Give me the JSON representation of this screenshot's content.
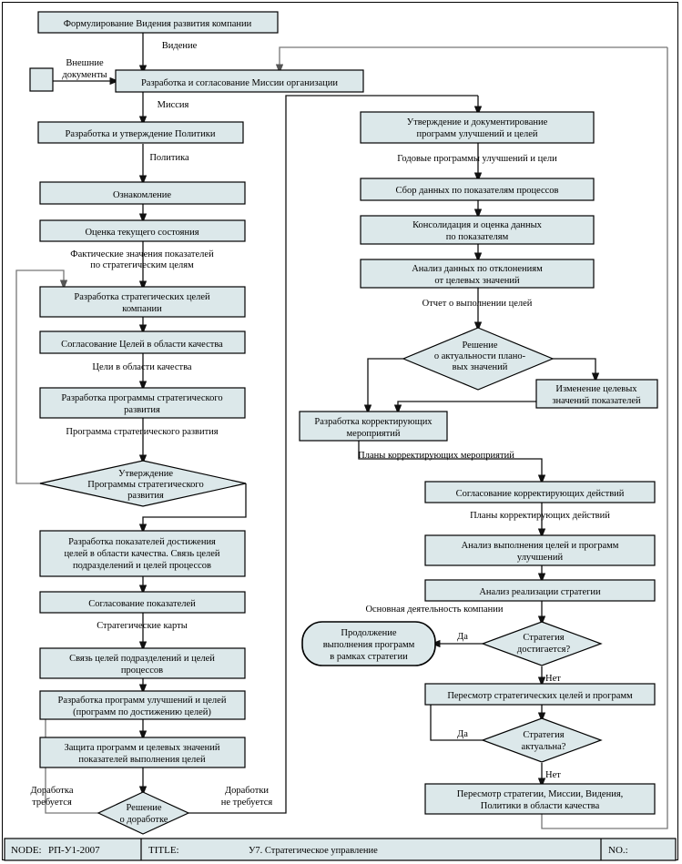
{
  "diagram": {
    "title": "У7. Стратегическое управление",
    "colors": {
      "box_fill": "#dce8ea",
      "stroke": "#000000",
      "grey_line": "#777777"
    },
    "left_column": {
      "n1": {
        "line1": "Формулирование Видения развития компании"
      },
      "e1": {
        "label": "Видение"
      },
      "ext": {
        "line1": "Внешние",
        "line2": "документы"
      },
      "n2": {
        "line1": "Разработка и согласование Миссии организации"
      },
      "e2": {
        "label": "Миссия"
      },
      "n3": {
        "line1": "Разработка и утверждение Политики"
      },
      "e3": {
        "label": "Политика"
      },
      "n4": {
        "line1": "Ознакомление"
      },
      "n5": {
        "line1": "Оценка текущего состояния"
      },
      "e5": {
        "line1": "Фактические значения показателей",
        "line2": "по стратегическим целям"
      },
      "n6": {
        "line1": "Разработка стратегических целей",
        "line2": "компании"
      },
      "n7": {
        "line1": "Согласование Целей в области качества"
      },
      "e7": {
        "label": "Цели в области качества"
      },
      "n8": {
        "line1": "Разработка программы стратегического",
        "line2": "развития"
      },
      "e8": {
        "label": "Программа стратегического развития"
      },
      "d1": {
        "line1": "Утверждение",
        "line2": "Программы стратегического",
        "line3": "развития"
      },
      "n9": {
        "line1": "Разработка показателей достижения",
        "line2": "целей в области качества. Связь целей",
        "line3": "подразделений и целей процессов"
      },
      "n10": {
        "line1": "Согласование показателей"
      },
      "e10": {
        "label": "Стратегические карты"
      },
      "n11": {
        "line1": "Связь целей подразделений и целей",
        "line2": "процессов"
      },
      "n12": {
        "line1": "Разработка программ улучшений и целей",
        "line2": "(программ по достижению целей)"
      },
      "n13": {
        "line1": "Защита программ и целевых значений",
        "line2": "показателей выполнения целей"
      },
      "d2": {
        "line1": "Решение",
        "line2": "о доработке"
      },
      "d2_yes": {
        "line1": "Доработка",
        "line2": "требуется"
      },
      "d2_no": {
        "line1": "Доработки",
        "line2": "не требуется"
      }
    },
    "right_column": {
      "r1": {
        "line1": "Утверждение и документирование",
        "line2": "программ улучшений и целей"
      },
      "er1": {
        "label": "Годовые программы улучшений и цели"
      },
      "r2": {
        "line1": "Сбор данных по показателям процессов"
      },
      "r3": {
        "line1": "Консолидация и оценка данных",
        "line2": "по показателям"
      },
      "r4": {
        "line1": "Анализ данных по отклонениям",
        "line2": "от целевых значений"
      },
      "er4": {
        "label": "Отчет о выполнении целей"
      },
      "rd1": {
        "line1": "Решение",
        "line2": "о актуальности плано-",
        "line3": "вых значений"
      },
      "r5": {
        "line1": "Изменение целевых",
        "line2": "значений показателей"
      },
      "r6": {
        "line1": "Разработка корректирующих",
        "line2": "мероприятий"
      },
      "er6": {
        "label": "Планы корректирующих мероприятий"
      },
      "r7": {
        "line1": "Согласование корректирующих действий"
      },
      "er7": {
        "label": "Планы корректирующих действий"
      },
      "r8": {
        "line1": "Анализ выполнения целей и программ",
        "line2": "улучшений"
      },
      "r9": {
        "line1": "Анализ реализации стратегии"
      },
      "er9": {
        "label": "Основная деятельность компании"
      },
      "rd2": {
        "line1": "Стратегия",
        "line2": "достигается?"
      },
      "rd2_yes": {
        "label": "Да"
      },
      "rd2_no": {
        "label": "Нет"
      },
      "term": {
        "line1": "Продолжение",
        "line2": "выполнения программ",
        "line3": "в рамках стратегии"
      },
      "r10": {
        "line1": "Пересмотр стратегических целей и программ"
      },
      "rd3": {
        "line1": "Стратегия",
        "line2": "актуальна?"
      },
      "rd3_yes": {
        "label": "Да"
      },
      "rd3_no": {
        "label": "Нет"
      },
      "r11": {
        "line1": "Пересмотр стратегии, Миссии, Видения,",
        "line2": "Политики в области качества"
      }
    }
  },
  "footer": {
    "node_label": "NODE:",
    "node_value": "РП-У1-2007",
    "title_label": "TITLE:",
    "title_value": "У7. Стратегическое управление",
    "no_label": "NO.:"
  }
}
